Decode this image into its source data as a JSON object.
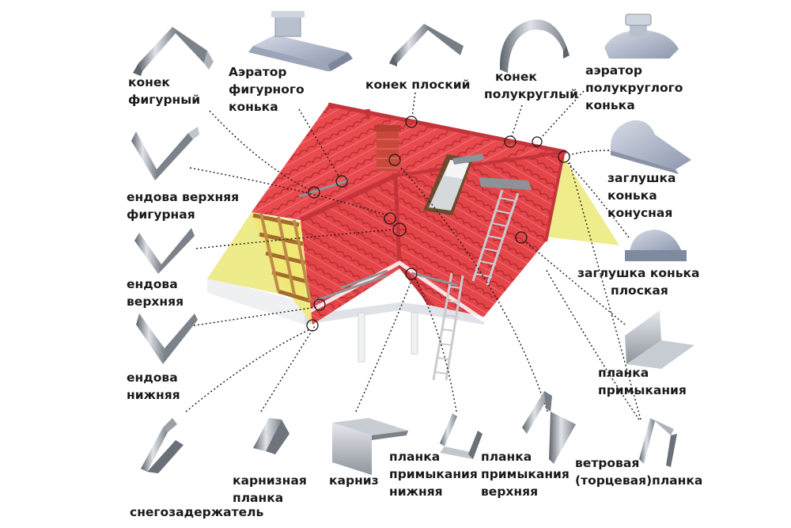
{
  "labels": {
    "konek_figurny": [
      "конек",
      "фигурный"
    ],
    "aerator_figurnogo": [
      "Аэратор",
      "фигурного",
      "конька"
    ],
    "konek_ploskiy": [
      "конек плоский"
    ],
    "konek_polukrugly": [
      "конек",
      "полукруглый"
    ],
    "aerator_polukruglogo": [
      "аэратор",
      "полукруглого",
      "конька"
    ],
    "zaglushka_konusnaya": [
      "заглушка",
      "конька",
      "конусная"
    ],
    "zaglushka_ploskaya": [
      "заглушка конька",
      "плоская"
    ],
    "planka_primykaniya": [
      "планка",
      "примыкания"
    ],
    "vetrovaya_planka": [
      "ветровая",
      "(торцевая)планка"
    ],
    "planka_prim_verhnyaya": [
      "планка",
      "примыкания",
      "верхняя"
    ],
    "planka_prim_nizhnyaya": [
      "планка",
      "примыкания",
      "нижняя"
    ],
    "karniz": [
      "карниз"
    ],
    "karniznaya_planka": [
      "карнизная",
      "планка"
    ],
    "snegozaderzhatel": [
      "снегозадержатель"
    ],
    "endova_nizhnyaya": [
      "ендова",
      "нижняя"
    ],
    "endova_verhnyaya": [
      "ендова",
      "верхняя"
    ],
    "endova_verhnyaya_figurnaya": [
      "ендова верхняя",
      "фигурная"
    ]
  },
  "colors": {
    "roof_tile": "#e8464a",
    "roof_shade": "#c83236",
    "gable": "#eeeb8a",
    "chimney": "#c84a3a",
    "metal": "#9aa0a8",
    "text": "#1a1a1a"
  },
  "icons": [
    "konek-figurny-icon",
    "aerator-figurny-icon",
    "konek-ploskiy-icon",
    "konek-polukrugly-icon",
    "aerator-polukrugly-icon",
    "zaglushka-konusnaya-icon",
    "zaglushka-ploskaya-icon",
    "planka-primykaniya-icon",
    "vetrovaya-planka-icon",
    "planka-prim-verh-icon",
    "planka-prim-nizh-icon",
    "karniz-icon",
    "karniznaya-planka-icon",
    "snegozaderzhatel-icon",
    "endova-nizhnyaya-icon",
    "endova-verhnyaya-icon",
    "endova-figurnaya-icon"
  ]
}
